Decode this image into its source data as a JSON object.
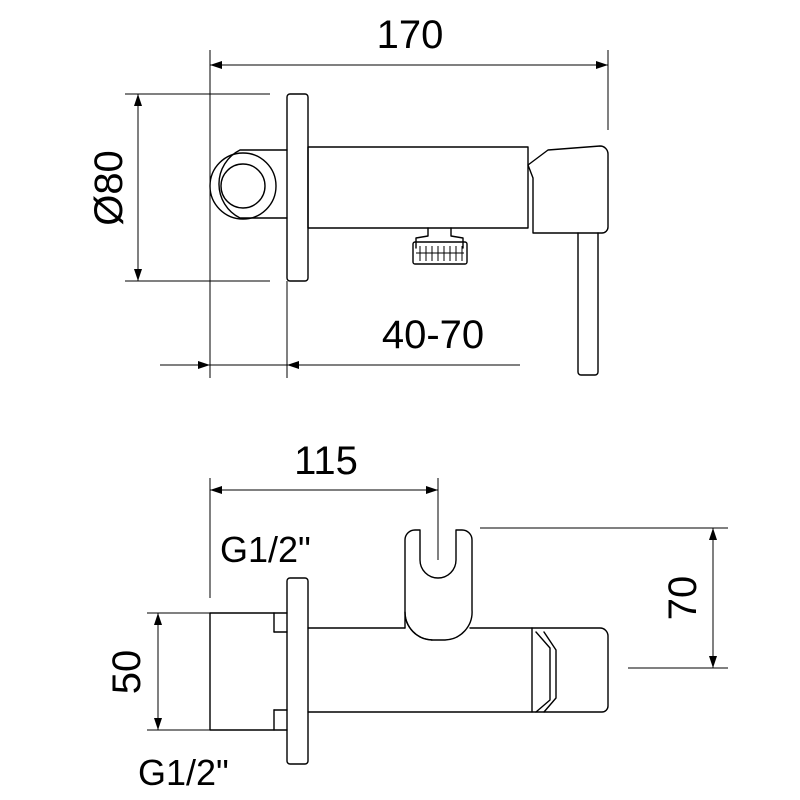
{
  "dimensions": {
    "total_length": "170",
    "diameter": "Ø80",
    "depth_range": "40-70",
    "side_length": "115",
    "side_height": "70",
    "block_height": "50",
    "thread_top": "G1/2\"",
    "thread_bottom": "G1/2\""
  },
  "colors": {
    "line": "#000000",
    "background": "#ffffff"
  }
}
